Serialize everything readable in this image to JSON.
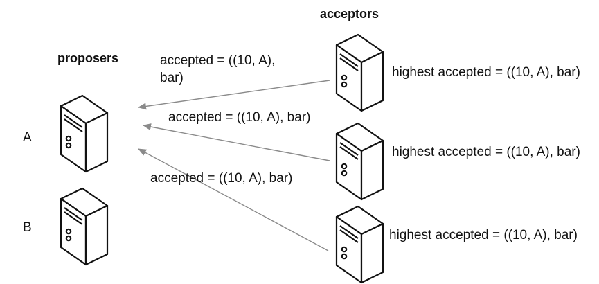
{
  "headings": {
    "proposers": "proposers",
    "acceptors": "acceptors"
  },
  "proposers": [
    {
      "label": "A"
    },
    {
      "label": "B"
    }
  ],
  "acceptors": [
    {
      "state": "highest accepted =  ((10, A), bar)"
    },
    {
      "state": "highest accepted =  ((10, A), bar)"
    },
    {
      "state": "highest accepted =  ((10, A), bar)"
    }
  ],
  "messages": [
    {
      "line1": "accepted = ((10, A),",
      "line2": "bar)"
    },
    {
      "text": "accepted = ((10, A),  bar)"
    },
    {
      "text": "accepted = ((10, A),  bar)"
    }
  ],
  "colors": {
    "arrow": "#8a8a8a",
    "server_stroke": "#111111",
    "server_fill": "#ffffff"
  }
}
